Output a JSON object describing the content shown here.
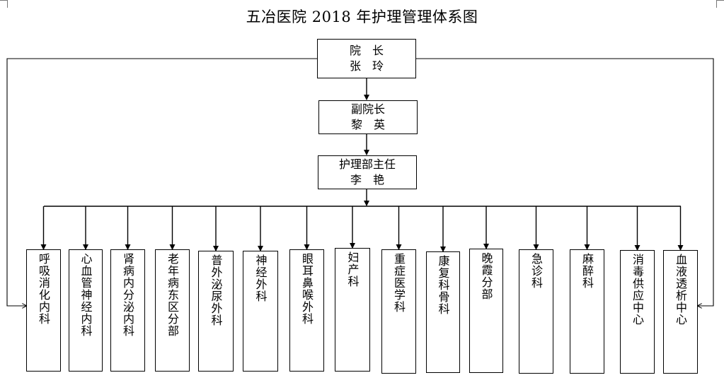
{
  "title": "五冶医院 2018 年护理管理体系图",
  "president": {
    "role": "院　长",
    "name": "张　玲"
  },
  "vice_president": {
    "role": "副院长",
    "name": "黎　英"
  },
  "nursing_director": {
    "role": "护理部主任",
    "name": "李　艳"
  },
  "departments": [
    "呼吸消化内科",
    "心血管神经内科",
    "肾病内分泌内科",
    "老年病东区分部",
    "普外泌尿外科",
    "神经外科",
    "眼耳鼻喉外科",
    "妇产科",
    "重症医学科",
    "康复科骨科",
    "晚霞分部",
    "急诊科",
    "麻醉科",
    "消毒供应中心",
    "血液透析中心"
  ]
}
